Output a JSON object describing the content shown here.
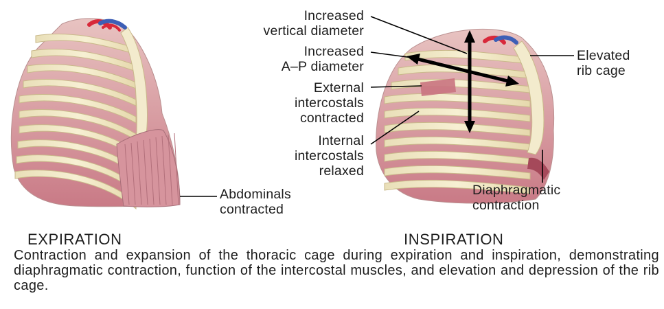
{
  "labels": {
    "increased_vertical": "Increased\nvertical diameter",
    "increased_ap": "Increased\nA–P diameter",
    "external_intercostals": "External\nintercostals\ncontracted",
    "internal_intercostals": "Internal\nintercostals\nrelaxed",
    "abdominals": "Abdominals\ncontracted",
    "elevated_rib_cage": "Elevated\nrib cage",
    "diaphragmatic": "Diaphragmatic\ncontraction"
  },
  "titles": {
    "expiration": "EXPIRATION",
    "inspiration": "INSPIRATION"
  },
  "caption": "Contraction and expansion of the thoracic cage during expiration and inspiration, demonstrating diaphragmatic contraction, function of the intercostal muscles, and elevation and depression of the rib cage.",
  "colors": {
    "rib": "#f2e9c6",
    "rib_outline": "#c9b98a",
    "muscle": "#d9a2a6",
    "muscle_dark": "#a5495a",
    "vessel_red": "#d8283a",
    "vessel_blue": "#3d5fb6",
    "arrow": "#000000"
  }
}
